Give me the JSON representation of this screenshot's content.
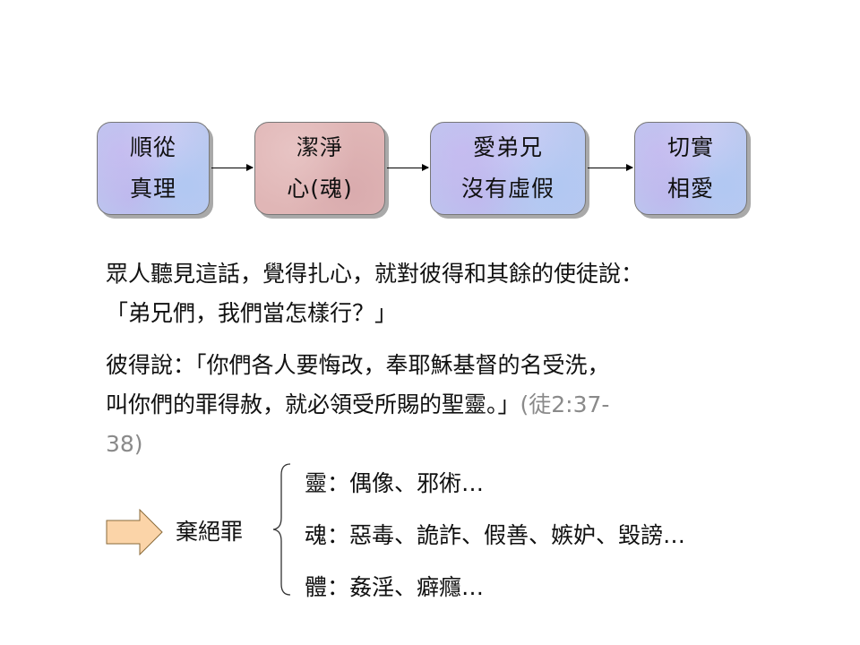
{
  "flow": {
    "boxes": [
      {
        "line1": "順從",
        "line2": "真理"
      },
      {
        "line1": "潔淨",
        "line2": "心(魂)"
      },
      {
        "line1": "愛弟兄",
        "line2": "沒有虛假"
      },
      {
        "line1": "切實",
        "line2": "相愛"
      }
    ],
    "colors": {
      "blue": "#bcc9ef",
      "pink": "#e0b6b6"
    }
  },
  "passage": {
    "p1_line1": "眾人聽見這話，覺得扎心，就對彼得和其餘的使徒說：",
    "p1_line2": "「弟兄們，我們當怎樣行？」",
    "p2_line1": "彼得說：「你們各人要悔改，奉耶穌基督的名受洗，",
    "p2_line2": "叫你們的罪得赦，就必領受所賜的聖靈。」",
    "ref_part1": "(徒2:37-",
    "ref_part2": "38)"
  },
  "forsake": {
    "label": "棄絕罪",
    "arrow_color": "#fbd4a8",
    "items": [
      {
        "key": "靈：",
        "text": "偶像、邪術…"
      },
      {
        "key": "魂：",
        "text": "惡毒、詭詐、假善、嫉妒、毀謗…"
      },
      {
        "key": "體：",
        "text": "姦淫、癖癮…"
      }
    ]
  }
}
